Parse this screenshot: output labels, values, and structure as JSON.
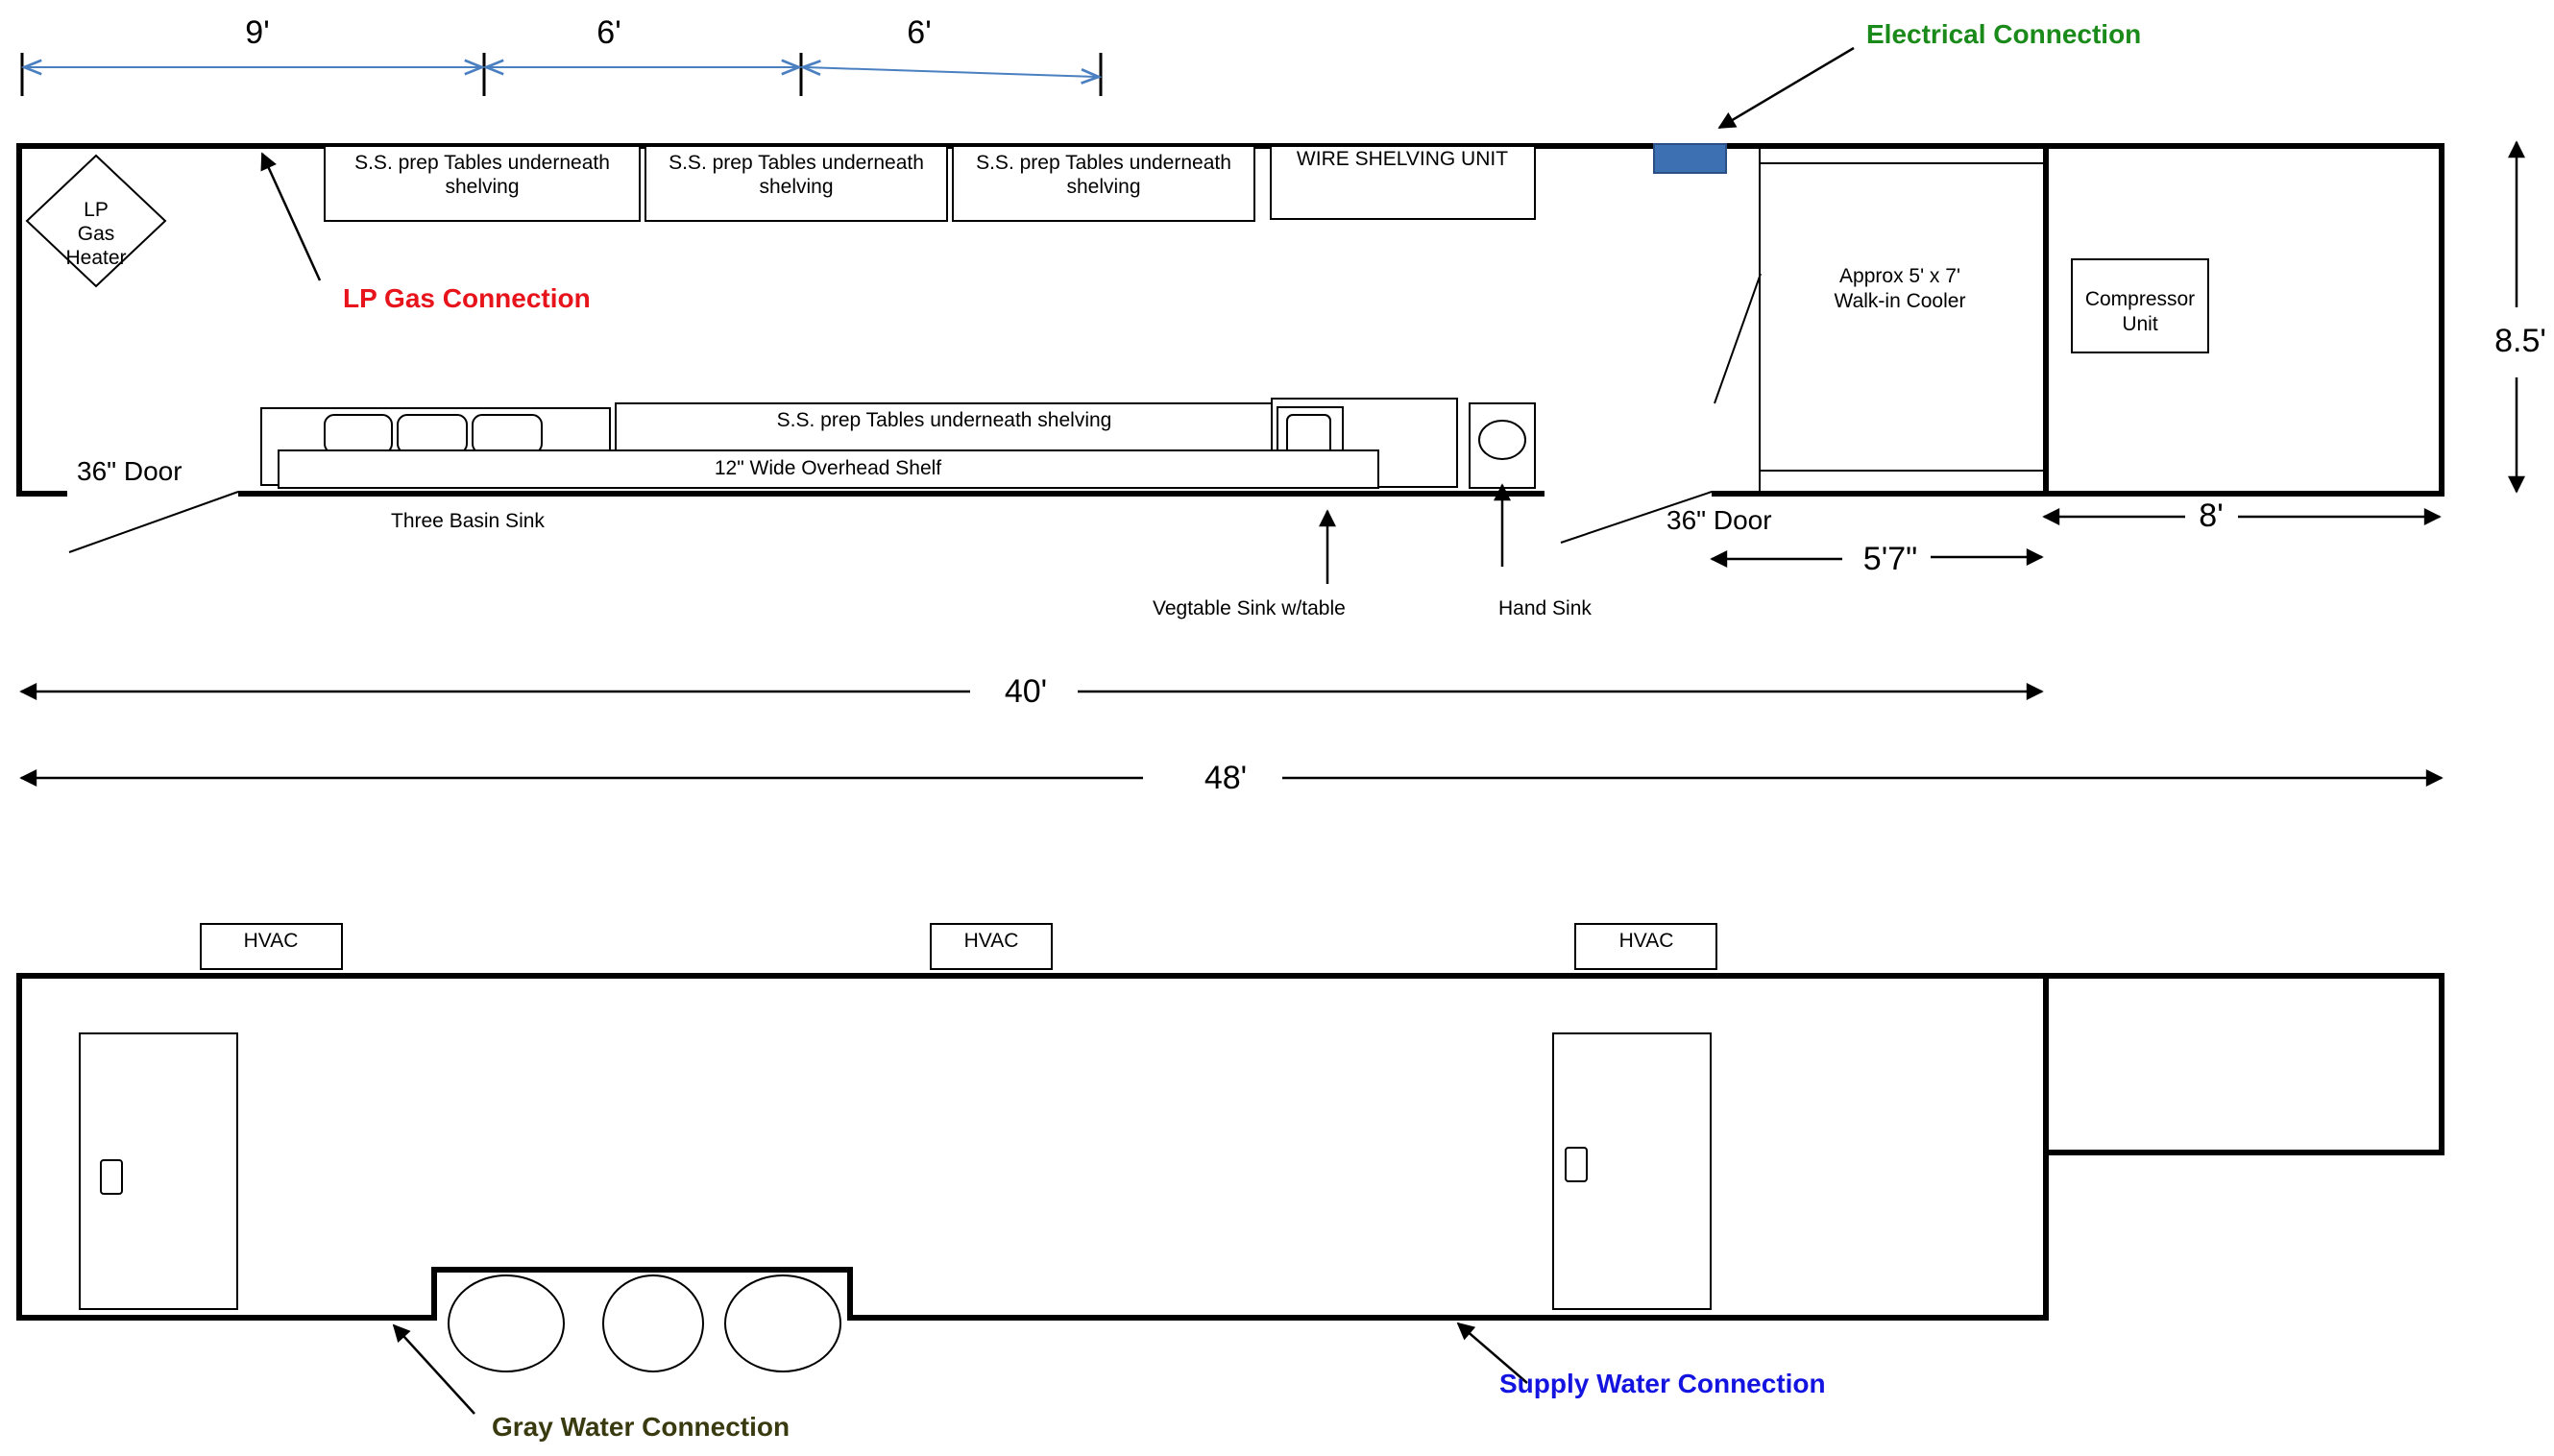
{
  "dimensions": {
    "seg1": "9'",
    "seg2": "6'",
    "seg3": "6'",
    "height": "8.5'",
    "compressor_len": "8'",
    "cooler_len": "5'7\"",
    "length_40": "40'",
    "length_48": "48'"
  },
  "callouts": {
    "electrical": "Electrical Connection",
    "lp_gas": "LP Gas Connection",
    "gray_water": "Gray Water Connection",
    "supply_water": "Supply Water Connection"
  },
  "colors": {
    "electrical": "#1a8a1a",
    "lp_gas": "#e8141c",
    "gray_water": "#3a3a10",
    "supply_water": "#1414e0",
    "dim_arrow": "#4a7fc0",
    "electrical_box": "#3d6fb3"
  },
  "floor_plan": {
    "lp_heater": [
      "LP",
      "Gas",
      "Heater"
    ],
    "prep_table_1": [
      "S.S. prep Tables underneath",
      "shelving"
    ],
    "prep_table_2": [
      "S.S. prep Tables underneath",
      "shelving"
    ],
    "prep_table_3": [
      "S.S. prep Tables underneath",
      "shelving"
    ],
    "wire_shelving": "WIRE SHELVING UNIT",
    "cooler": [
      "Approx 5' x 7'",
      "Walk-in Cooler"
    ],
    "compressor": [
      "Compressor",
      "Unit"
    ],
    "door_left": "36\" Door",
    "door_right": "36\" Door",
    "prep_table_bottom": "S.S. prep Tables underneath shelving",
    "overhead_shelf": "12\" Wide Overhead Shelf",
    "three_basin_sink": "Three Basin Sink",
    "vegetable_sink": "Vegtable Sink w/table",
    "hand_sink": "Hand Sink"
  },
  "side_view": {
    "hvac": [
      "HVAC",
      "HVAC",
      "HVAC"
    ]
  }
}
